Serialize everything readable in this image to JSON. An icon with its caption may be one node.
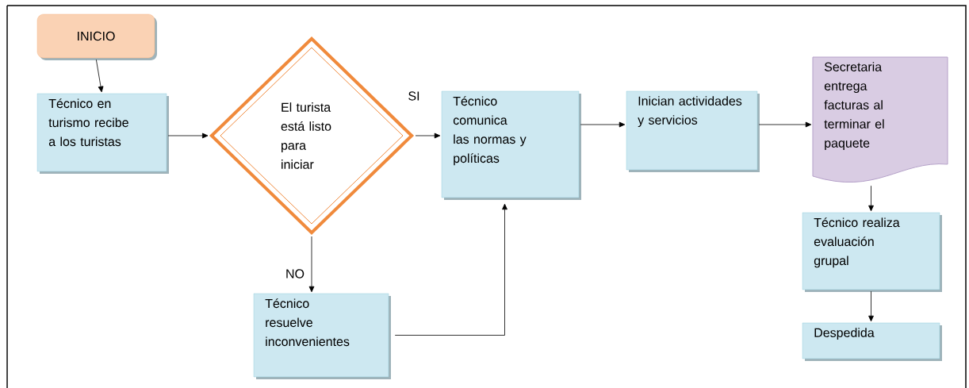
{
  "diagram": {
    "nodes": [
      {
        "text": [
          "INICIO"
        ]
      },
      {
        "text": [
          "Técnico en turismo recibe a los turistas"
        ]
      },
      {
        "text": [
          "El turista está listo para iniciar"
        ]
      },
      {
        "text": [
          "Técnico comunica las normas y políticas"
        ]
      },
      {
        "text": [
          "Inician actividades y servicios"
        ]
      },
      {
        "text": [
          "Secretaria entrega facturas al terminar el paquete"
        ]
      },
      {
        "text": [
          "Técnico realiza evaluación grupal"
        ]
      },
      {
        "text": [
          "Despedida"
        ]
      },
      {
        "text": [
          "Técnico resuelve inconvenientes"
        ]
      }
    ],
    "edges": [
      {
        "from": 0,
        "to": 1,
        "arrow": "to"
      },
      {
        "from": 1,
        "to": 2,
        "arrow": "to"
      },
      {
        "from": 2,
        "to": 3,
        "arrow": "to",
        "label": "SI"
      },
      {
        "from": 2,
        "to": 8,
        "arrow": "to",
        "label": "NO"
      },
      {
        "from": 8,
        "to": 3,
        "arrow": "to"
      },
      {
        "from": 3,
        "to": 4,
        "arrow": "to"
      },
      {
        "from": 4,
        "to": 5,
        "arrow": "to"
      },
      {
        "from": 5,
        "to": 6,
        "arrow": "to"
      },
      {
        "from": 6,
        "to": 7,
        "arrow": "to"
      }
    ]
  }
}
